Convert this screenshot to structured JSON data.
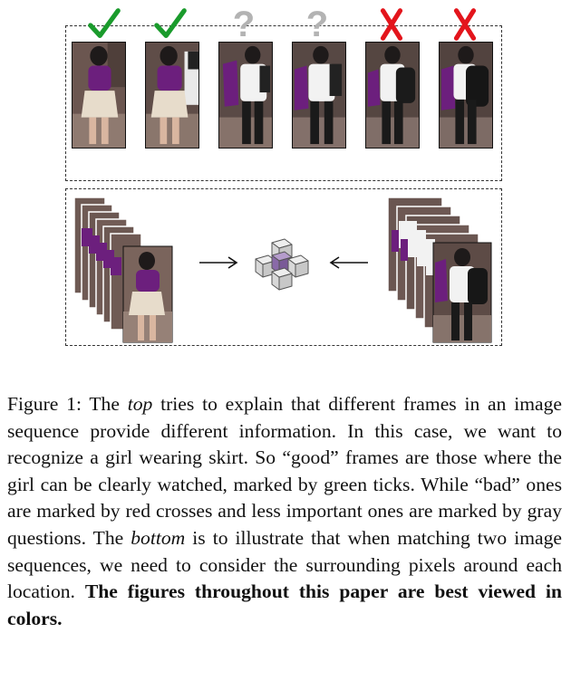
{
  "marks": [
    {
      "type": "tick",
      "color": "#1a9b2c",
      "icon": "green-tick-icon"
    },
    {
      "type": "tick",
      "color": "#1a9b2c",
      "icon": "green-tick-icon"
    },
    {
      "type": "question",
      "label": "?",
      "color": "#b3b3b3",
      "icon": "gray-question-icon"
    },
    {
      "type": "question",
      "label": "?",
      "color": "#b3b3b3",
      "icon": "gray-question-icon"
    },
    {
      "type": "cross",
      "color": "#e3151c",
      "icon": "red-cross-icon"
    },
    {
      "type": "cross",
      "color": "#e3151c",
      "icon": "red-cross-icon"
    }
  ],
  "colors": {
    "skirt": "#e7dccb",
    "purple_top": "#6c1f7d",
    "white_shirt": "#f2f2f2",
    "background": "#6b5650",
    "cube_highlight": "#8a6aa8"
  },
  "caption": {
    "label": "Figure 1:",
    "s1": " The ",
    "top_word": "top",
    "s2": " tries to explain that different frames in an image sequence provide different information. In this case, we want to recognize a girl wearing skirt. So “good” frames are those where the girl can be clearly watched, marked by green ticks.  While “bad” ones are marked by red crosses and less important ones are marked by gray questions. The ",
    "bottom_word": "bottom",
    "s3": " is to illustrate that when matching two image sequences, we need to consider the surrounding pixels around each location. ",
    "bold_text": "The figures throughout this paper are best viewed in colors."
  }
}
